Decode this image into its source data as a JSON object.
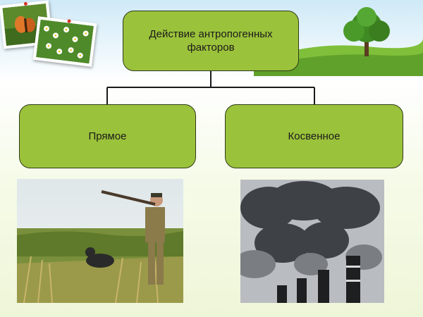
{
  "diagram": {
    "root": {
      "label": "Действие антропогенных факторов"
    },
    "children": [
      {
        "label": "Прямое"
      },
      {
        "label": "Косвенное"
      }
    ]
  },
  "images": {
    "left_photo": "hunter-with-dog-icon",
    "right_photo": "factory-smokestacks-icon"
  },
  "colors": {
    "box_fill": "#9bc23b",
    "box_border": "#2f3a1a",
    "connector": "#1a1a1a"
  }
}
